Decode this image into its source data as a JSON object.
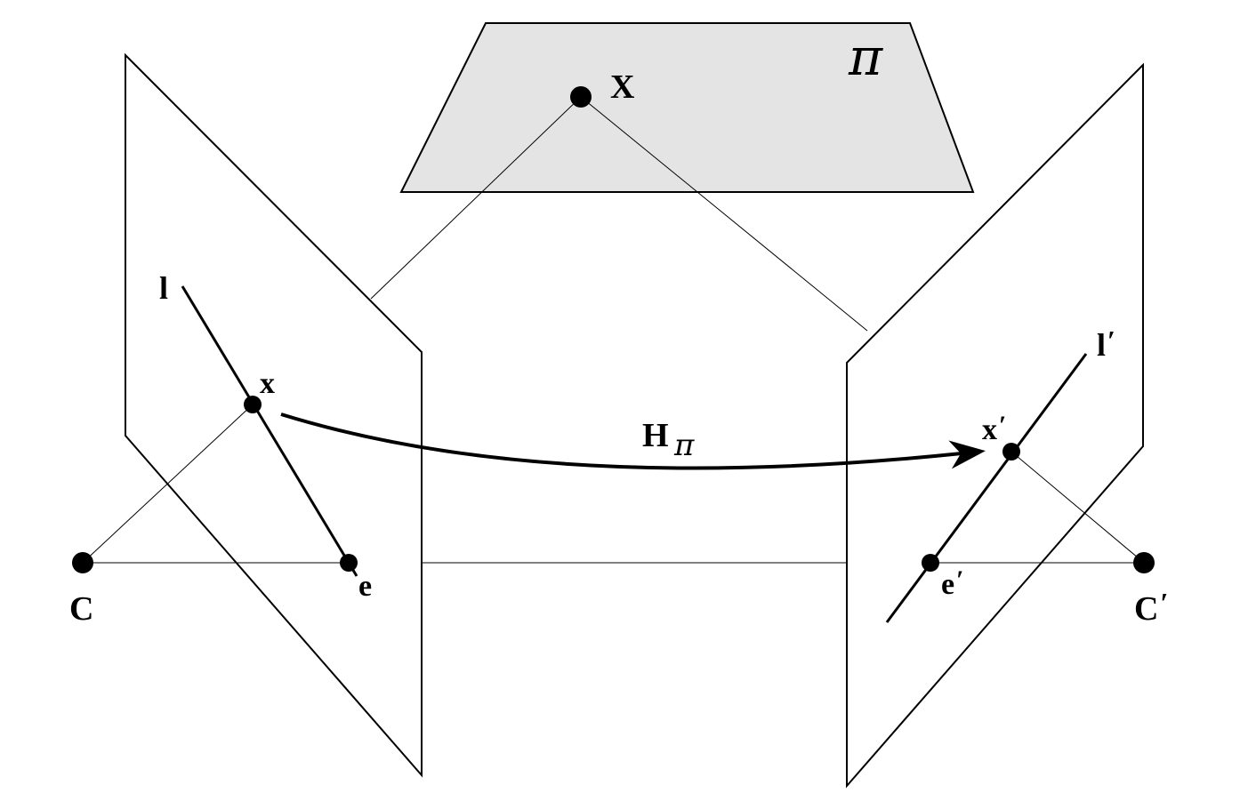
{
  "labels": {
    "pi": "π",
    "X": "X",
    "l": "l",
    "x": "x",
    "e": "e",
    "C": "C",
    "H": "H",
    "H_sub": "π",
    "l_prime": "l",
    "x_prime": "x",
    "e_prime": "e",
    "C_prime": "C",
    "prime": "′"
  },
  "colors": {
    "plane_fill": "#e4e4e4",
    "stroke": "#000000"
  }
}
